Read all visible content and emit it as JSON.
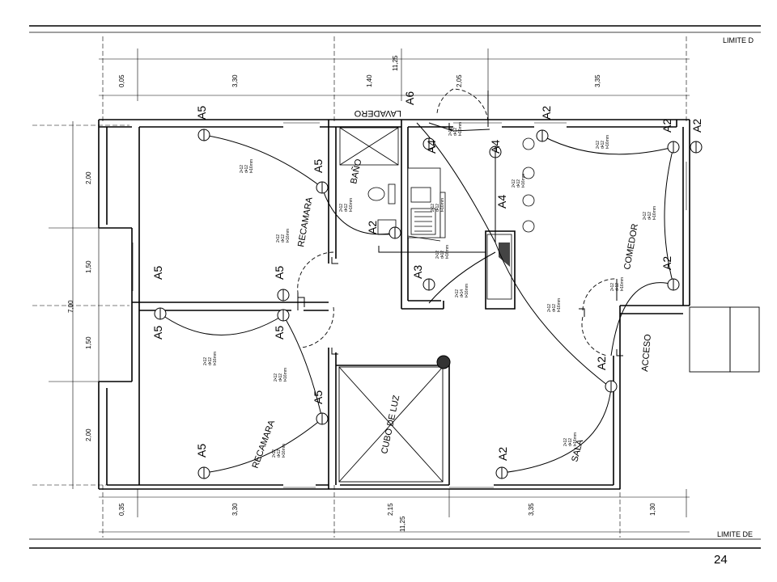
{
  "page_number": "24",
  "limits": {
    "top": "LIMITE D",
    "bottom": "LIMITE DE"
  },
  "dimensions": {
    "top": [
      "0,05",
      "3,30",
      "1,40",
      "2,05",
      "3,35"
    ],
    "top_total": "11,25",
    "bottom": [
      "0,35",
      "3,30",
      "2,15",
      "3,35",
      "1,30"
    ],
    "bottom_total": "11,25",
    "left": [
      "2,00",
      "1,50",
      "1,50",
      "2,00"
    ],
    "left_total": "7,00"
  },
  "rooms": {
    "lavadero": "LAVADERO",
    "bano": "BAÑO",
    "recamara_top": "RECAMARA",
    "recamara_bottom": "RECAMARA",
    "comedor": "COMEDOR",
    "acceso": "ACCESO",
    "cubo_de_luz": "CUBO DE LUZ",
    "sala": "SALA"
  },
  "circuits": {
    "a5_1": "A5",
    "a5_2": "A5",
    "a5_3": "A5",
    "a5_4": "A5",
    "a5_5": "A5",
    "a5_6": "A5",
    "a5_7": "A5",
    "a5_8": "A5",
    "a6": "A6",
    "a4_1": "A4",
    "a4_2": "A4",
    "a4_3": "A4",
    "a3": "A3",
    "a2_1": "A2",
    "a2_2": "A2",
    "a2_3": "A2",
    "a2_4": "A2",
    "a2_5": "A2",
    "a2_6": "A2",
    "a2_7": "A2"
  },
  "wire_notes": {
    "n1": [
      "2•12",
      "d•12",
      "t•16mm"
    ],
    "n2": [
      "2•12",
      "d•12",
      "t•16mm"
    ],
    "n3": [
      "2•12",
      "d•12",
      "t•16mm"
    ],
    "n4": [
      "2•12",
      "d•12",
      "t•16mm"
    ],
    "n5": [
      "2•12",
      "d•12",
      "t•16mm"
    ],
    "n6": [
      "2•12",
      "d•12",
      "t•16mm"
    ],
    "n7": [
      "2•12",
      "d•12",
      "t•16mm"
    ],
    "n8": [
      "2•12",
      "d•12",
      "t•16mm"
    ],
    "n9": [
      "2•12",
      "d•12",
      "t•16mm"
    ],
    "n10": [
      "2•12",
      "d•12",
      "t•16mm"
    ],
    "n11": [
      "2•12",
      "d•14",
      "t•16mm"
    ],
    "n12": [
      "2•12",
      "d•12",
      "t•16mm"
    ],
    "n13": [
      "2•12",
      "d•12",
      "t•16mm"
    ],
    "n14": [
      "2•12",
      "d•12",
      "t•16mm"
    ],
    "n15": [
      "2•12",
      "d•12",
      "t•16mm"
    ],
    "n16": [
      "2•12",
      "d•12",
      "t•16mm"
    ]
  },
  "colors": {
    "line": "#000000",
    "fixture_fill": "#ffffff",
    "panel_fill": "#444444",
    "paper": "#ffffff"
  }
}
